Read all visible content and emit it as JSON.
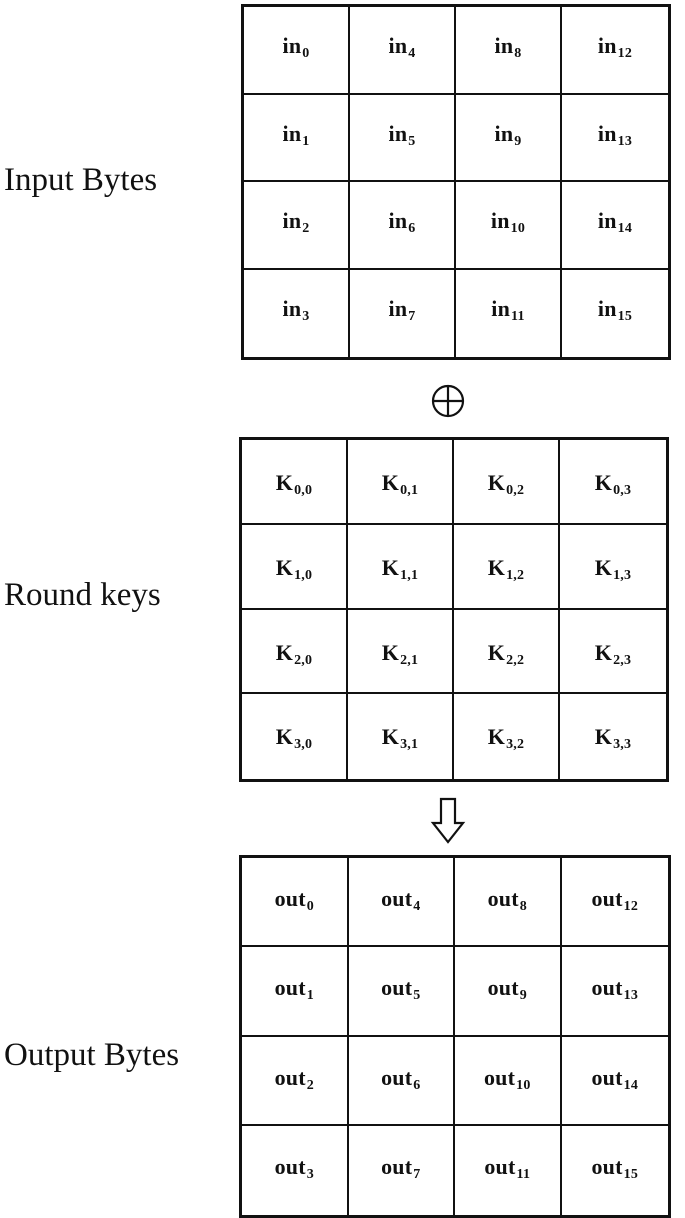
{
  "labels": {
    "input": "Input Bytes",
    "keys": "Round keys",
    "output": "Output Bytes"
  },
  "operators": {
    "xor": "⊕",
    "arrow": "down-arrow-icon"
  },
  "input_grid": [
    [
      {
        "b": "in",
        "s": "0"
      },
      {
        "b": "in",
        "s": "4"
      },
      {
        "b": "in",
        "s": "8"
      },
      {
        "b": "in",
        "s": "12"
      }
    ],
    [
      {
        "b": "in",
        "s": "1"
      },
      {
        "b": "in",
        "s": "5"
      },
      {
        "b": "in",
        "s": "9"
      },
      {
        "b": "in",
        "s": "13"
      }
    ],
    [
      {
        "b": "in",
        "s": "2"
      },
      {
        "b": "in",
        "s": "6"
      },
      {
        "b": "in",
        "s": "10"
      },
      {
        "b": "in",
        "s": "14"
      }
    ],
    [
      {
        "b": "in",
        "s": "3"
      },
      {
        "b": "in",
        "s": "7"
      },
      {
        "b": "in",
        "s": "11"
      },
      {
        "b": "in",
        "s": "15"
      }
    ]
  ],
  "key_grid": [
    [
      {
        "b": "K",
        "s": "0,0"
      },
      {
        "b": "K",
        "s": "0,1"
      },
      {
        "b": "K",
        "s": "0,2"
      },
      {
        "b": "K",
        "s": "0,3"
      }
    ],
    [
      {
        "b": "K",
        "s": "1,0"
      },
      {
        "b": "K",
        "s": "1,1"
      },
      {
        "b": "K",
        "s": "1,2"
      },
      {
        "b": "K",
        "s": "1,3"
      }
    ],
    [
      {
        "b": "K",
        "s": "2,0"
      },
      {
        "b": "K",
        "s": "2,1"
      },
      {
        "b": "K",
        "s": "2,2"
      },
      {
        "b": "K",
        "s": "2,3"
      }
    ],
    [
      {
        "b": "K",
        "s": "3,0"
      },
      {
        "b": "K",
        "s": "3,1"
      },
      {
        "b": "K",
        "s": "3,2"
      },
      {
        "b": "K",
        "s": "3,3"
      }
    ]
  ],
  "output_grid": [
    [
      {
        "b": "out",
        "s": "0"
      },
      {
        "b": "out",
        "s": "4"
      },
      {
        "b": "out",
        "s": "8"
      },
      {
        "b": "out",
        "s": "12"
      }
    ],
    [
      {
        "b": "out",
        "s": "1"
      },
      {
        "b": "out",
        "s": "5"
      },
      {
        "b": "out",
        "s": "9"
      },
      {
        "b": "out",
        "s": "13"
      }
    ],
    [
      {
        "b": "out",
        "s": "2"
      },
      {
        "b": "out",
        "s": "6"
      },
      {
        "b": "out",
        "s": "10"
      },
      {
        "b": "out",
        "s": "14"
      }
    ],
    [
      {
        "b": "out",
        "s": "3"
      },
      {
        "b": "out",
        "s": "7"
      },
      {
        "b": "out",
        "s": "11"
      },
      {
        "b": "out",
        "s": "15"
      }
    ]
  ]
}
